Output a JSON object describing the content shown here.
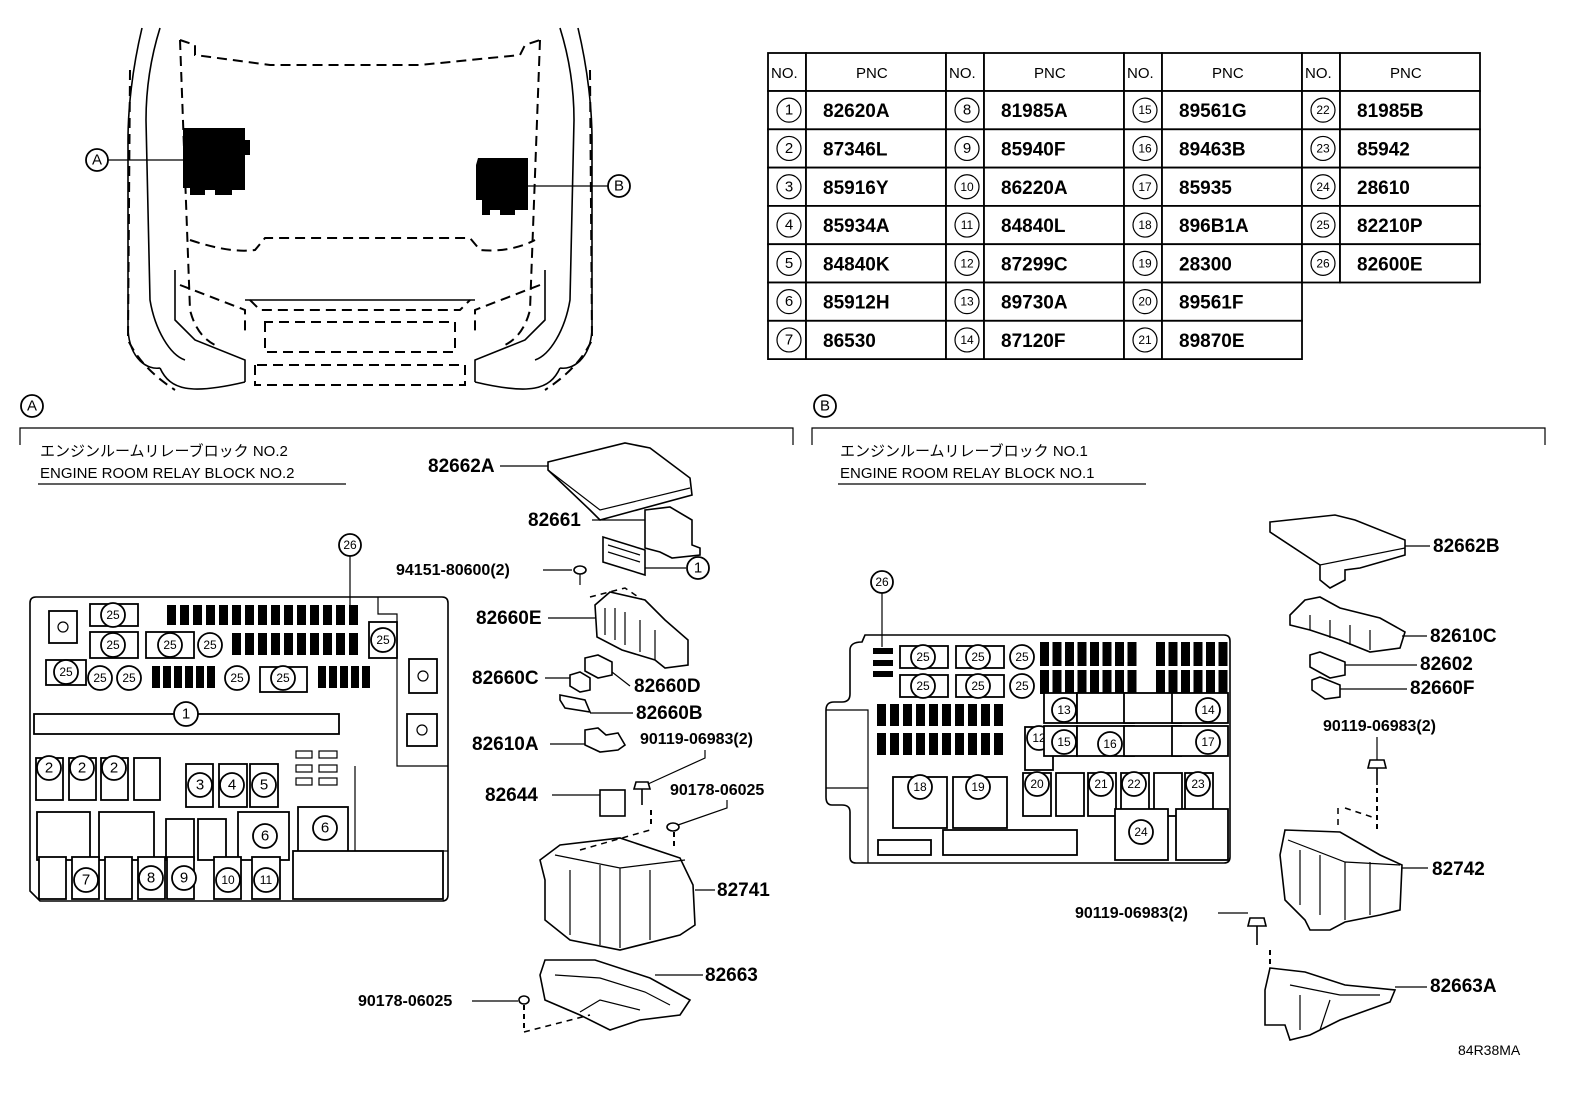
{
  "figure_code": "84R38MA",
  "locator": {
    "callout_a": "A",
    "callout_b": "B"
  },
  "pnc_table": {
    "headers": {
      "no": "NO.",
      "pnc": "PNC"
    },
    "columns": [
      [
        {
          "no": "1",
          "pnc": "82620A"
        },
        {
          "no": "2",
          "pnc": "87346L"
        },
        {
          "no": "3",
          "pnc": "85916Y"
        },
        {
          "no": "4",
          "pnc": "85934A"
        },
        {
          "no": "5",
          "pnc": "84840K"
        },
        {
          "no": "6",
          "pnc": "85912H"
        },
        {
          "no": "7",
          "pnc": "86530"
        }
      ],
      [
        {
          "no": "8",
          "pnc": "81985A"
        },
        {
          "no": "9",
          "pnc": "85940F"
        },
        {
          "no": "10",
          "pnc": "86220A"
        },
        {
          "no": "11",
          "pnc": "84840L"
        },
        {
          "no": "12",
          "pnc": "87299C"
        },
        {
          "no": "13",
          "pnc": "89730A"
        },
        {
          "no": "14",
          "pnc": "87120F"
        }
      ],
      [
        {
          "no": "15",
          "pnc": "89561G"
        },
        {
          "no": "16",
          "pnc": "89463B"
        },
        {
          "no": "17",
          "pnc": "85935"
        },
        {
          "no": "18",
          "pnc": "896B1A"
        },
        {
          "no": "19",
          "pnc": "28300"
        },
        {
          "no": "20",
          "pnc": "89561F"
        },
        {
          "no": "21",
          "pnc": "89870E"
        }
      ],
      [
        {
          "no": "22",
          "pnc": "81985B"
        },
        {
          "no": "23",
          "pnc": "85942"
        },
        {
          "no": "24",
          "pnc": "28610"
        },
        {
          "no": "25",
          "pnc": "82210P"
        },
        {
          "no": "26",
          "pnc": "82600E"
        }
      ]
    ]
  },
  "section_a": {
    "callout": "A",
    "title_jp": "エンジンルームリレーブロック NO.2",
    "title_en": "ENGINE ROOM RELAY BLOCK NO.2",
    "block_callouts": {
      "top_ref": "26",
      "relay_row1": [
        "25"
      ],
      "relay_row2": [
        "25",
        "25",
        "25"
      ],
      "relay_row3": [
        "25",
        "25",
        "25",
        "25",
        "25"
      ],
      "relay_right": "25",
      "fusible_strip": "1",
      "row_a": [
        "2",
        "2",
        "2",
        "3",
        "4",
        "5"
      ],
      "row_b": [
        "6",
        "6"
      ],
      "row_c": [
        "7",
        "8",
        "9",
        "10",
        "11"
      ]
    },
    "parts": {
      "p1": "82662A",
      "p2": "82661",
      "p3": "94151-80600(2)",
      "p4": "1",
      "p5": "82660E",
      "p6": "82660C",
      "p7": "82660D",
      "p8": "82660B",
      "p9": "82610A",
      "p10": "90119-06983(2)",
      "p11": "82644",
      "p12": "90178-06025",
      "p13": "82741",
      "p14": "82663",
      "p15": "90178-06025"
    }
  },
  "section_b": {
    "callout": "B",
    "title_jp": "エンジンルームリレーブロック NO.1",
    "title_en": "ENGINE ROOM RELAY BLOCK NO.1",
    "block_callouts": {
      "top_ref": "26",
      "relay_row1": [
        "25",
        "25",
        "25"
      ],
      "relay_row2": [
        "25",
        "25",
        "25"
      ],
      "c12": "12",
      "row_a": [
        "13",
        "14"
      ],
      "row_b": [
        "15",
        "16",
        "17"
      ],
      "big": [
        "18",
        "19"
      ],
      "row_c": [
        "20",
        "21",
        "22",
        "23"
      ],
      "c24": "24"
    },
    "parts": {
      "p1": "82662B",
      "p2": "82610C",
      "p3": "82602",
      "p4": "82660F",
      "p5": "90119-06983(2)",
      "p6": "82742",
      "p7": "90119-06983(2)",
      "p8": "82663A"
    }
  }
}
